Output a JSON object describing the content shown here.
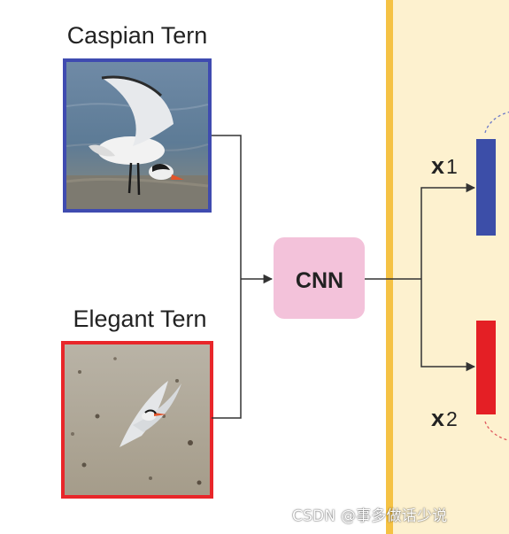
{
  "image_labels": {
    "top": "Caspian Tern",
    "bottom": "Elegant Tern"
  },
  "network": {
    "label": "CNN"
  },
  "features": {
    "x1": {
      "letter": "x",
      "index": "1"
    },
    "x2": {
      "letter": "x",
      "index": "2"
    }
  },
  "watermark": "CSDN @事多做话少说",
  "colors": {
    "top_frame": "#3f4bb0",
    "bottom_frame": "#e8262a",
    "cnn_box": "#f3c2da",
    "panel_background": "#fdf1cf",
    "panel_border": "#f5c244",
    "x1_bar": "#3c4ea8",
    "x2_bar": "#e41f25",
    "connector": "#333333"
  }
}
